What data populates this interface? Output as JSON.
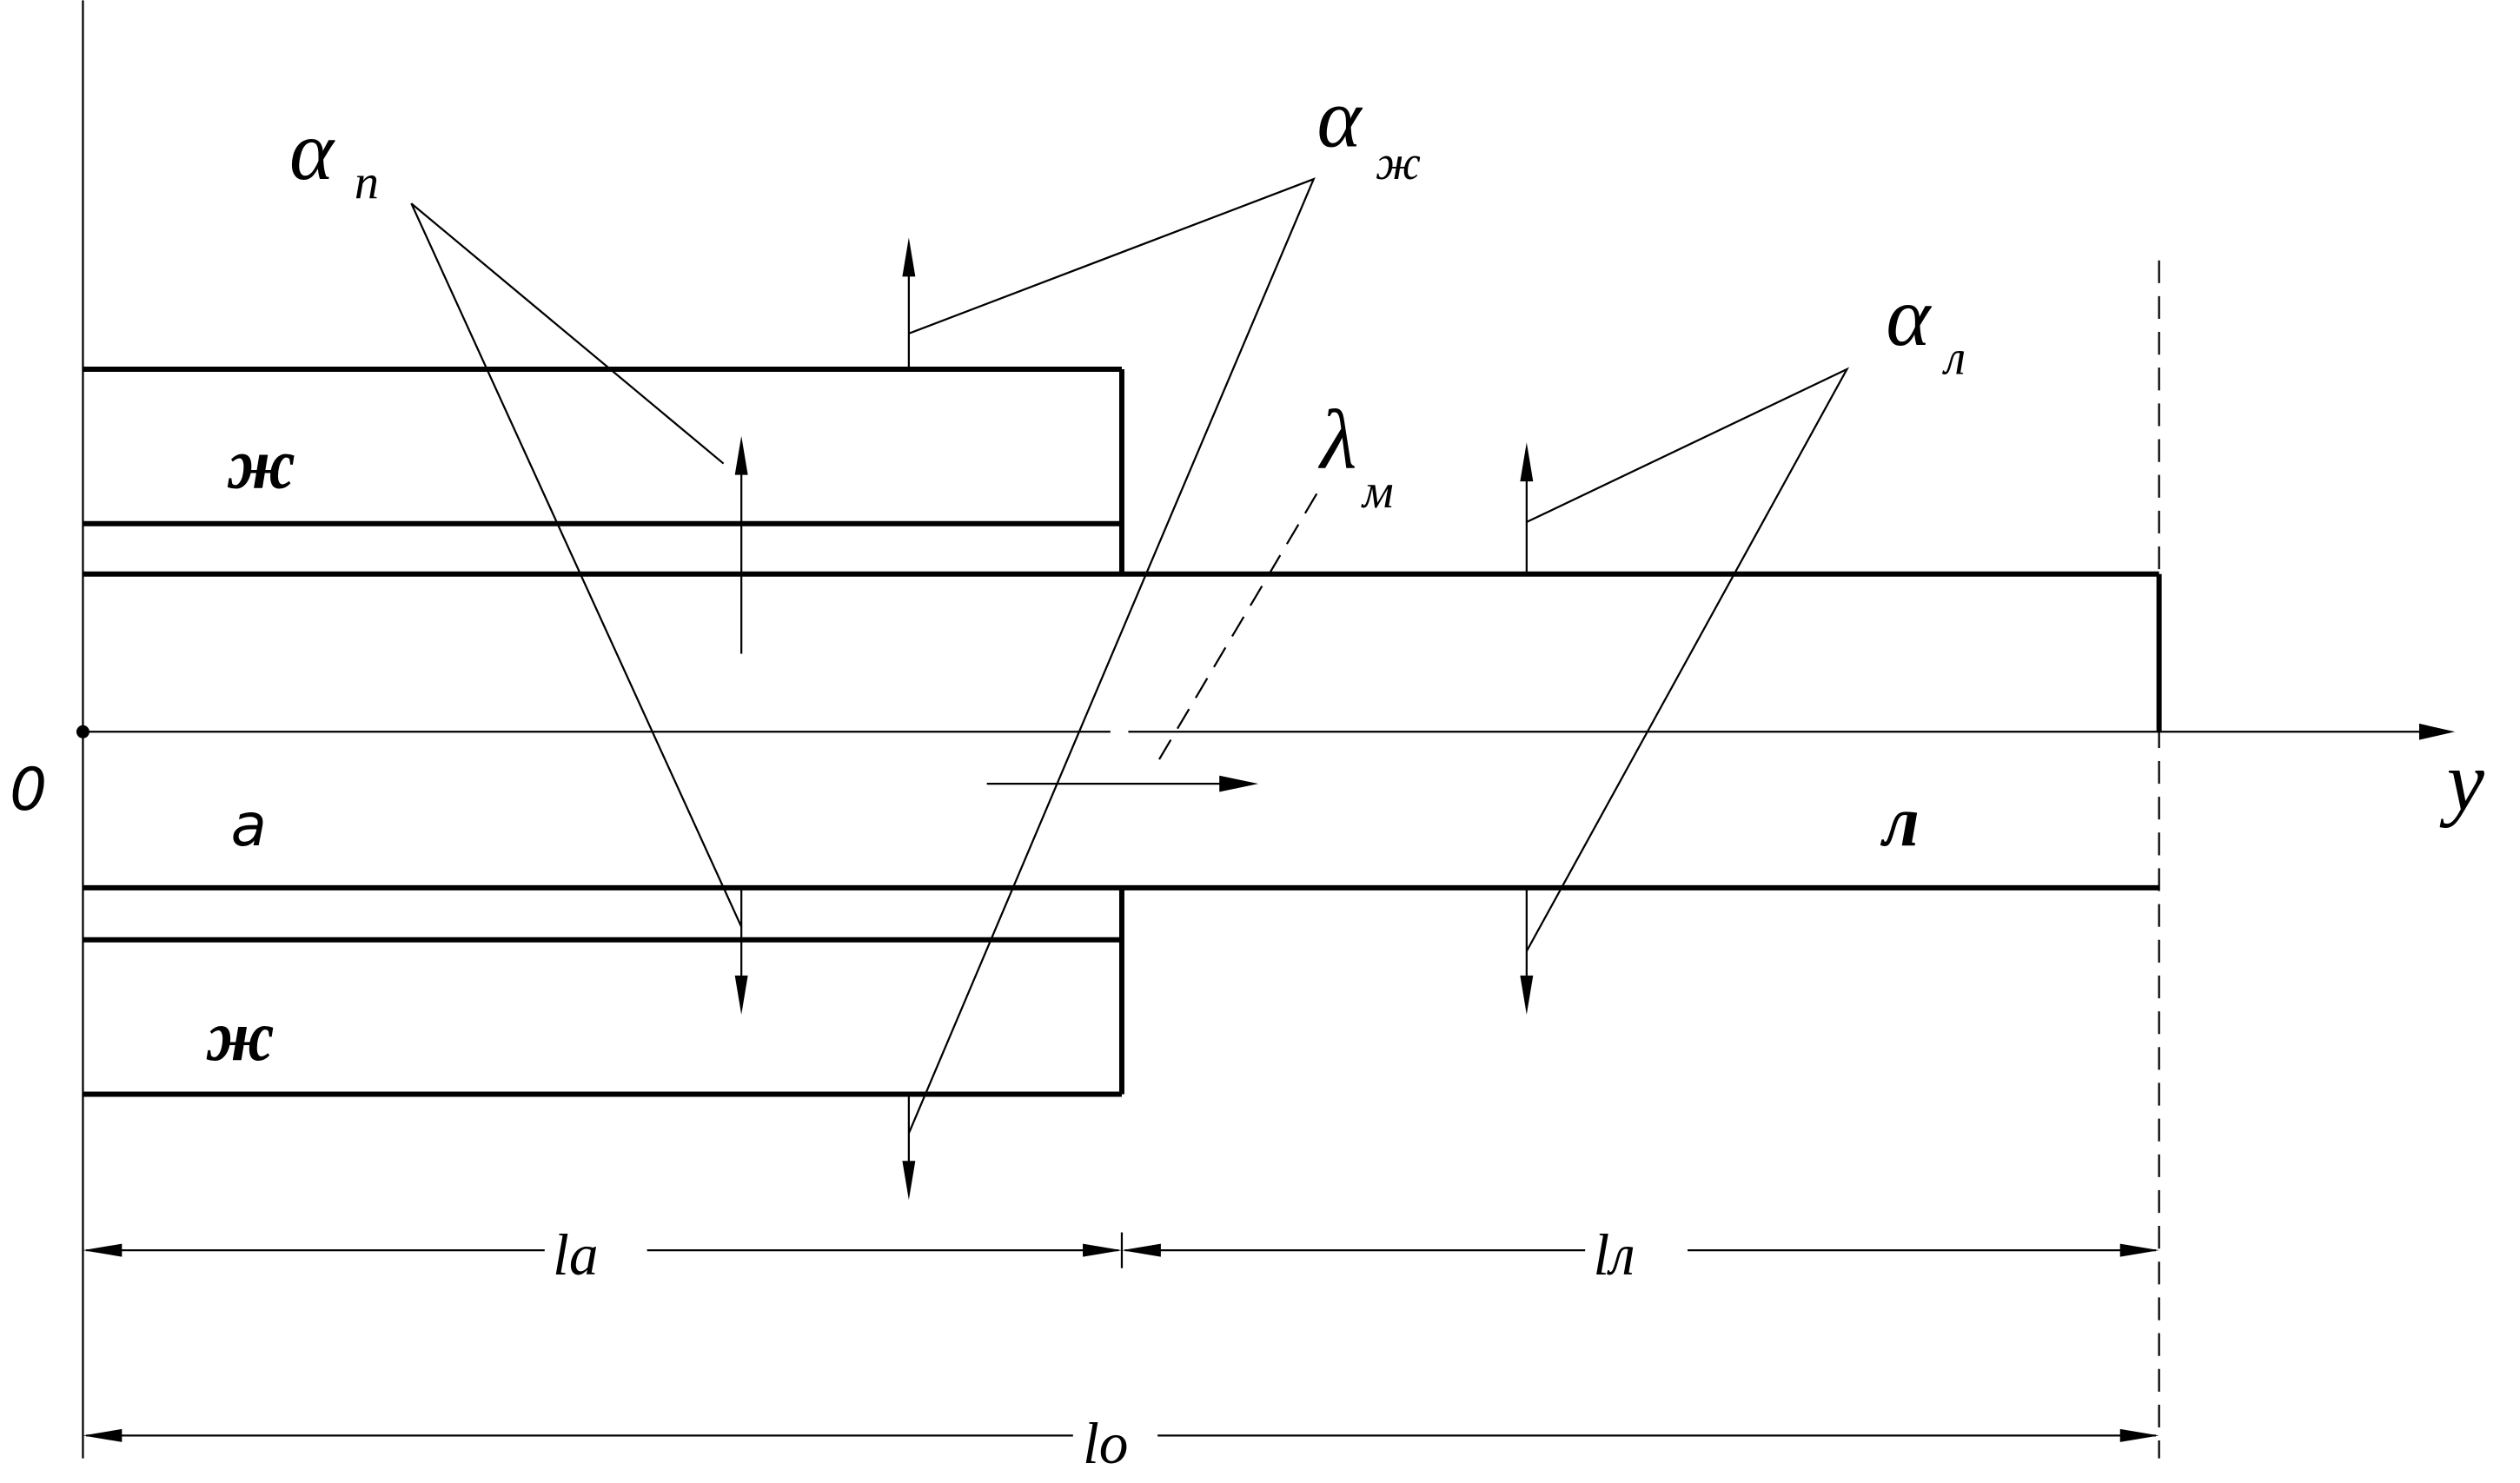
{
  "diagram": {
    "origin_label": "0",
    "axis_label": "y",
    "zones": {
      "fluid_top": "ж",
      "fluid_bottom": "ж",
      "active": "а",
      "free": "л"
    },
    "coefficients": {
      "alpha_p": {
        "symbol": "α",
        "subscript": "п"
      },
      "alpha_zh": {
        "symbol": "α",
        "subscript": "ж"
      },
      "alpha_l": {
        "symbol": "α",
        "subscript": "л"
      },
      "lambda_m": {
        "symbol": "λ",
        "subscript": "м"
      }
    },
    "dimensions": {
      "la": "lа",
      "ll": "lл",
      "lo": "lо"
    }
  }
}
